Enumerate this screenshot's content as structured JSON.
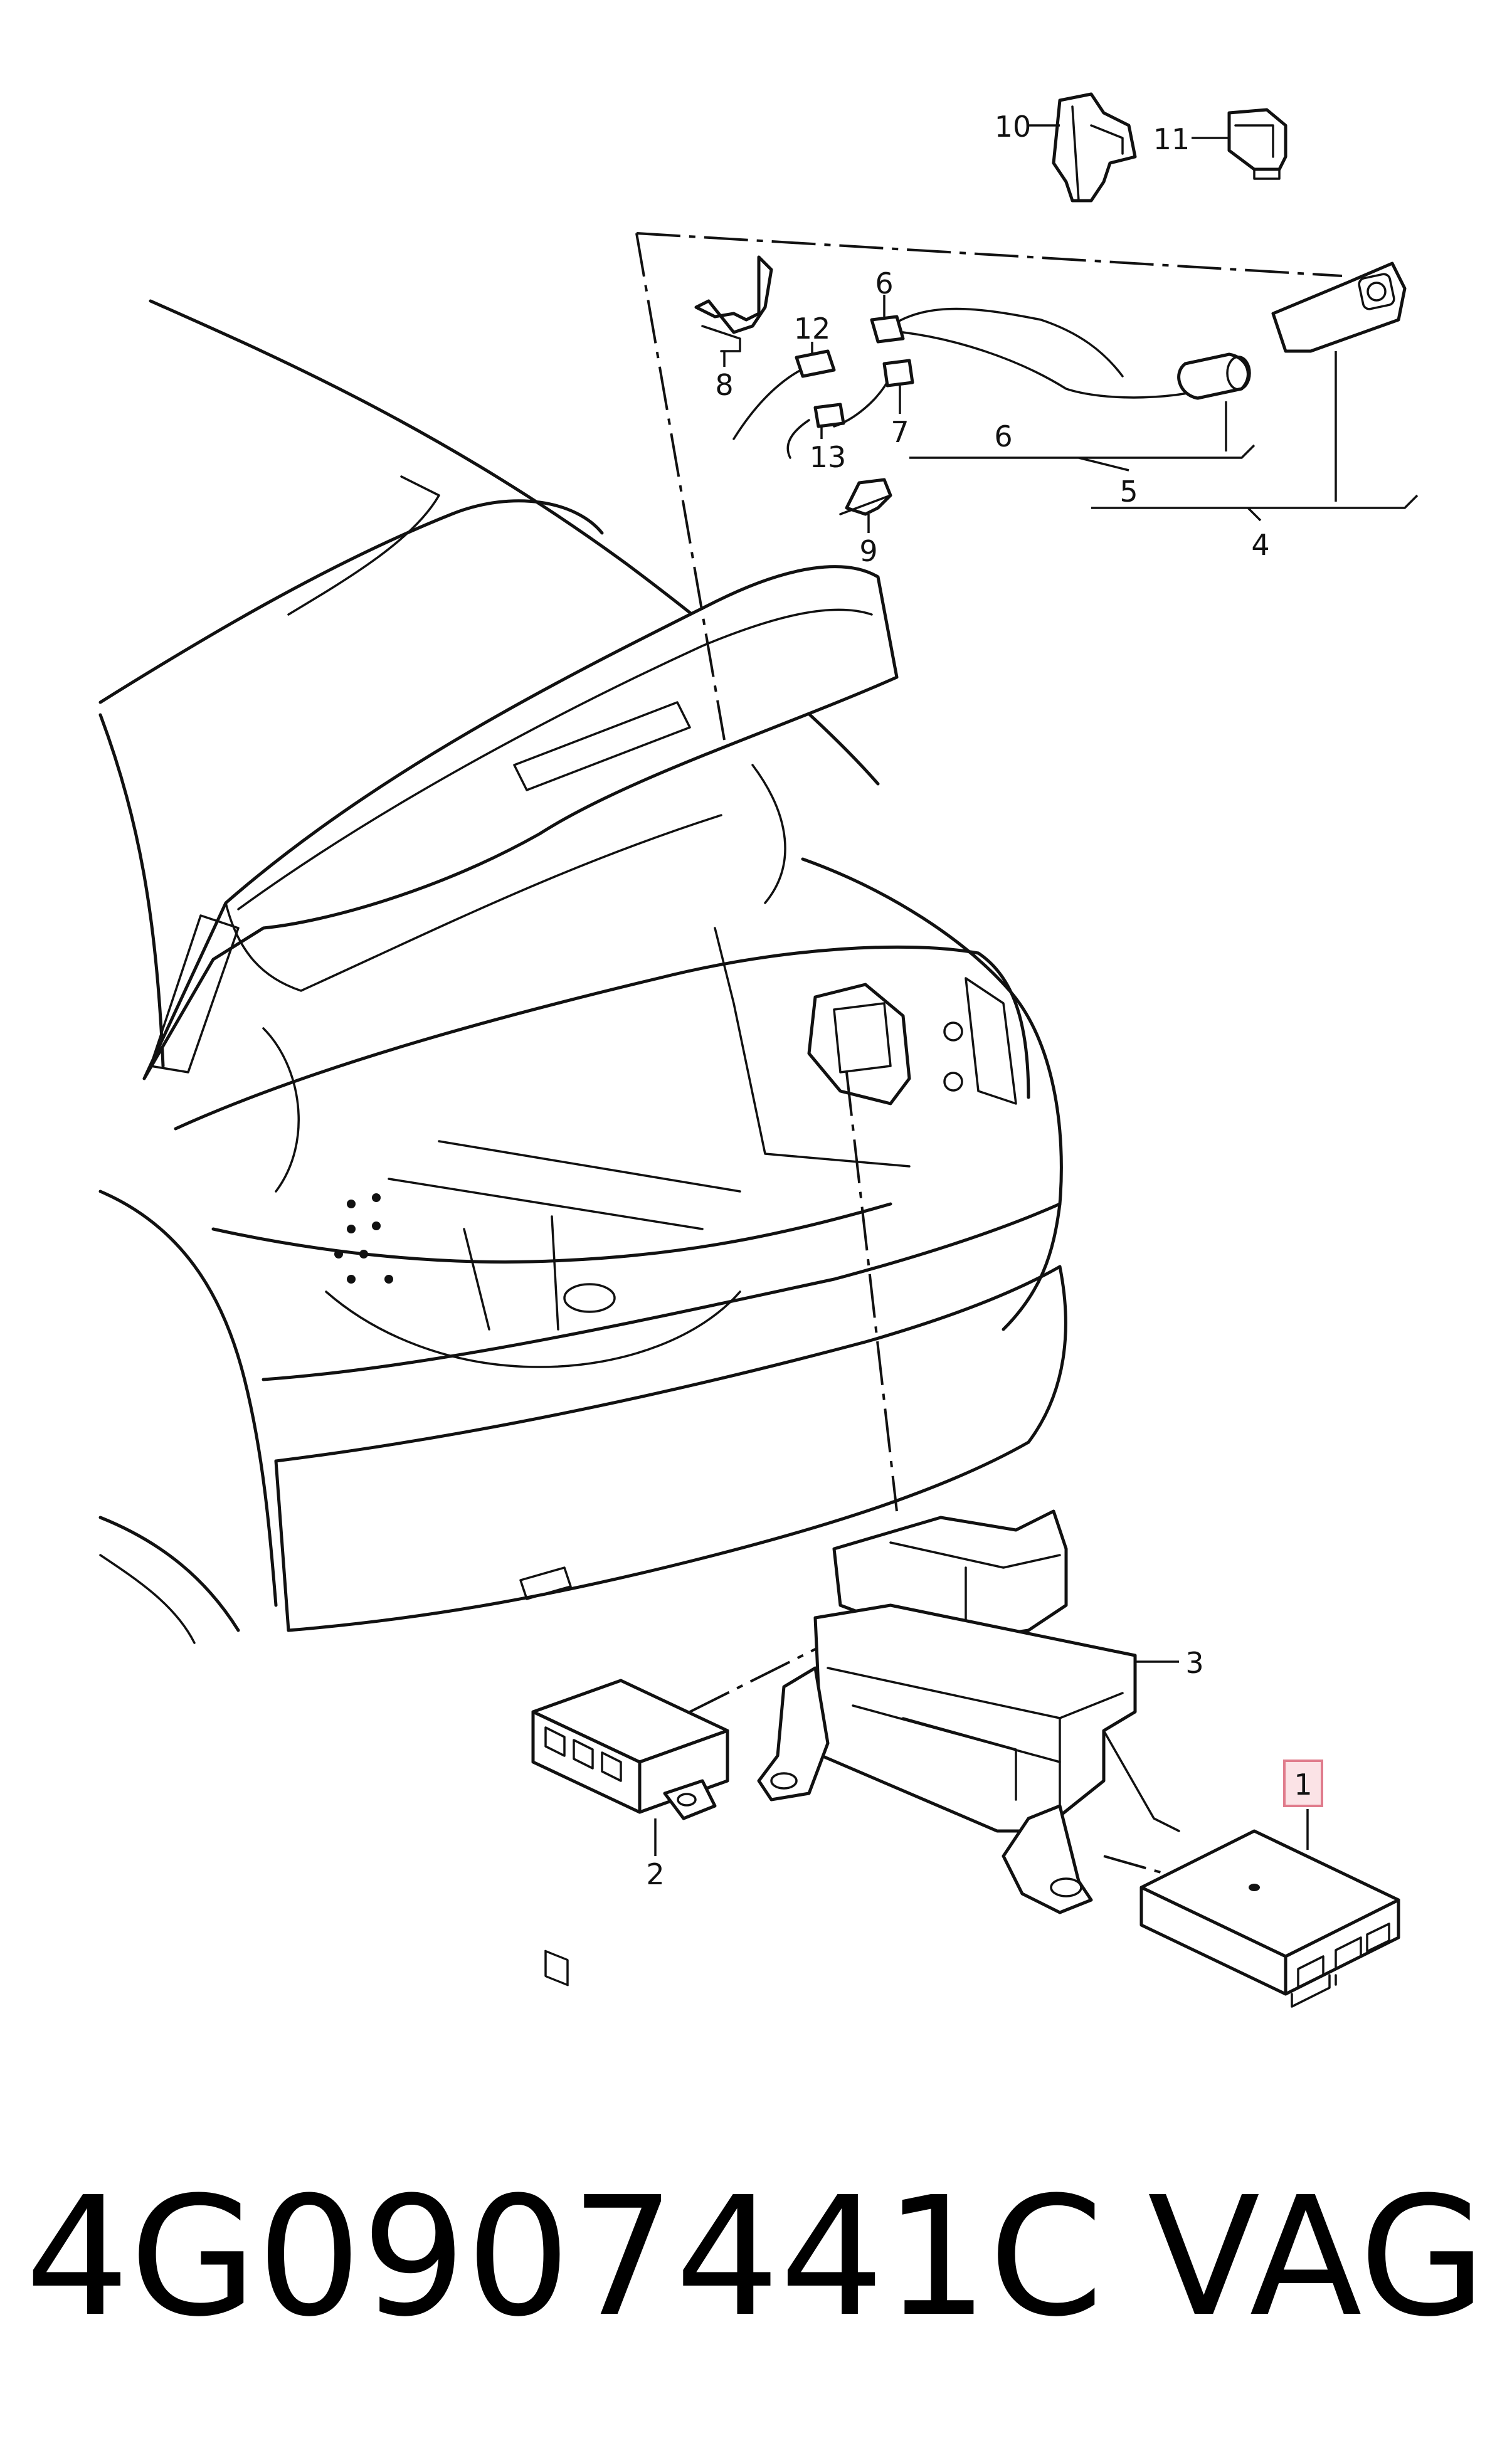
{
  "callouts": {
    "c1": "1",
    "c2": "2",
    "c3": "3",
    "c4": "4",
    "c5": "5",
    "c6a": "6",
    "c6b": "6",
    "c7": "7",
    "c8": "8",
    "c9": "9",
    "c10": "10",
    "c11": "11",
    "c12": "12",
    "c13": "13"
  },
  "highlighted_callout": "1",
  "footer": {
    "part_number": "4G0907441C",
    "brand": "VAG"
  },
  "colors": {
    "line": "#111111",
    "highlight_fill": "#fbe3e6",
    "highlight_border": "#e07c8c"
  }
}
